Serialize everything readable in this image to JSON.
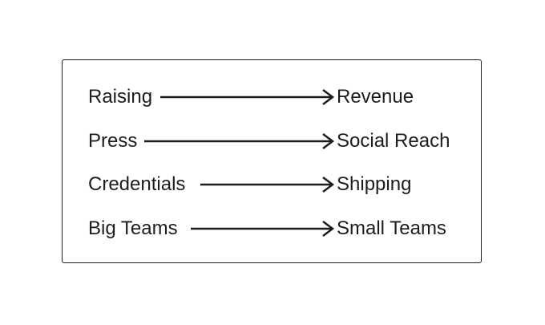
{
  "diagram": {
    "stroke_color": "#1d1d1f",
    "rows": [
      {
        "from": "Raising",
        "to": "Revenue"
      },
      {
        "from": "Press",
        "to": "Social Reach"
      },
      {
        "from": "Credentials",
        "to": "Shipping"
      },
      {
        "from": "Big Teams",
        "to": "Small Teams"
      }
    ]
  }
}
